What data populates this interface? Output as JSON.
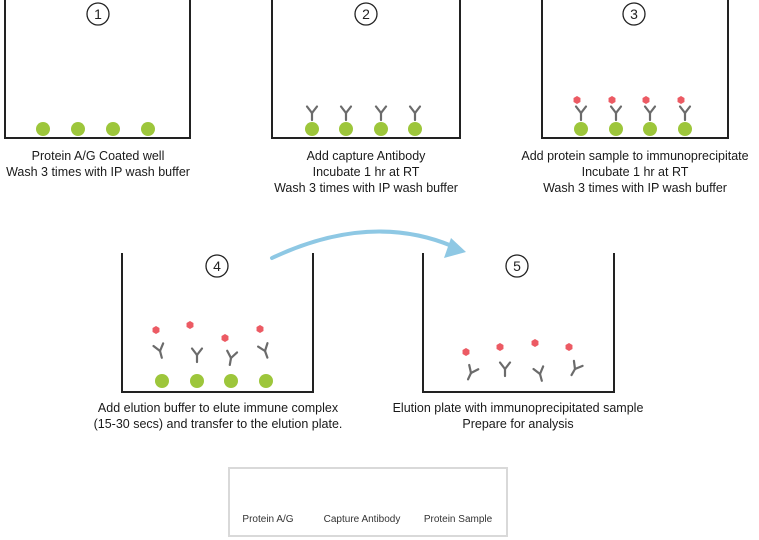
{
  "steps": [
    {
      "number": "1",
      "caption": [
        "Protein A/G Coated well",
        "Wash 3 times with IP wash buffer"
      ]
    },
    {
      "number": "2",
      "caption": [
        "Add capture Antibody",
        "Incubate 1 hr at RT",
        "Wash 3 times with IP wash buffer"
      ]
    },
    {
      "number": "3",
      "caption": [
        "Add protein sample to immunoprecipitate",
        "Incubate 1 hr at RT",
        "Wash 3 times with IP wash buffer"
      ]
    },
    {
      "number": "4",
      "caption": [
        "Add elution buffer to elute immune complex",
        "(15-30 secs) and transfer to the elution plate."
      ]
    },
    {
      "number": "5",
      "caption": [
        "Elution plate with immunoprecipitated sample",
        "Prepare for analysis"
      ]
    }
  ],
  "legend": [
    {
      "label": "Protein A/G",
      "icon": "bead-icon"
    },
    {
      "label": "Capture Antibody",
      "icon": "antibody-icon"
    },
    {
      "label": "Protein Sample",
      "icon": "hexagon-icon"
    }
  ],
  "colors": {
    "bead": "#9dc63b",
    "antibody": "#6b6b6b",
    "protein": "#ec5a63",
    "arrow": "#8ec8e4",
    "well": "#222222"
  }
}
